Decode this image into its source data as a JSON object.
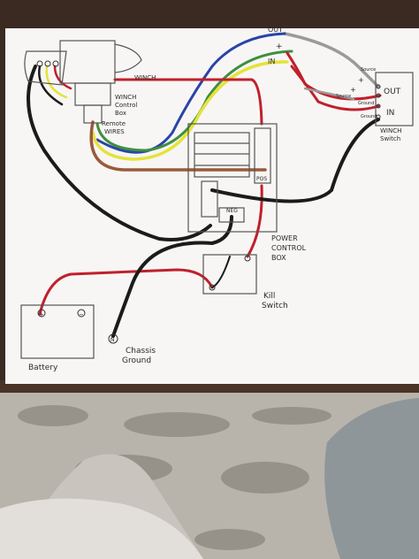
{
  "labels": {
    "winch": "WINCH",
    "winch_control_box": [
      "WINCH",
      "Control",
      "Box"
    ],
    "remote_wires": [
      "Remote",
      "WIRES"
    ],
    "out_top": "OUT",
    "in_top": "IN",
    "plus_top": "+",
    "source_top": "Source",
    "source_mid": "Source",
    "plus_right1": "+",
    "plus_right2": "+",
    "ground1": "Ground",
    "ground2": "Ground",
    "switch_out": "OUT",
    "switch_in": "IN",
    "winch_switch": [
      "WINCH",
      "Switch"
    ],
    "pos": "POS",
    "neg": "NEG",
    "power_control_box": [
      "POWER",
      "CONTROL",
      "BOX"
    ],
    "kill_switch": [
      "Kill",
      "Switch"
    ],
    "battery": "Battery",
    "battery_plus": "+",
    "battery_minus": "−",
    "chassis_ground": [
      "Chassis",
      "Ground"
    ],
    "ground_symbol": "N"
  },
  "colors": {
    "background": "#3a2a22",
    "paper": "#f7f6f4",
    "red_wire": "#c0202c",
    "black_wire": "#1b1b1b",
    "blue_wire": "#2a44a8",
    "yellow_wire": "#e6e23c",
    "green_wire": "#3f8f3f",
    "brown_wire": "#9a5a3a",
    "gray_wire": "#9a9a9a",
    "carpet": "#b8b4ab"
  }
}
